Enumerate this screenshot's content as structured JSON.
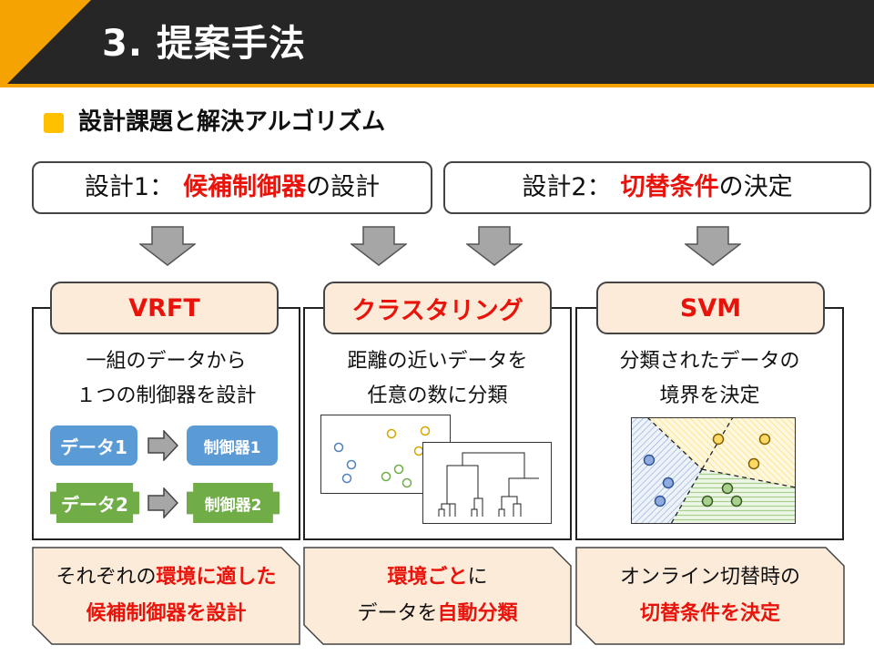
{
  "header": {
    "title": "3. 提案手法"
  },
  "section": {
    "title": "設計課題と解決アルゴリズム"
  },
  "design1": {
    "prefix": "設計1：",
    "highlight": "候補制御器",
    "suffix": "の設計"
  },
  "design2": {
    "prefix": "設計2：",
    "highlight": "切替条件",
    "suffix": "の決定"
  },
  "panels": [
    {
      "title": "VRFT",
      "line1": "一組のデータから",
      "line2": "１つの制御器を設計",
      "chips": {
        "data1": "データ1",
        "ctrl1": "制御器1",
        "data2": "データ2",
        "ctrl2": "制御器2"
      }
    },
    {
      "title": "クラスタリング",
      "line1": "距離の近いデータを",
      "line2": "任意の数に分類"
    },
    {
      "title": "SVM",
      "line1": "分類されたデータの",
      "line2": "境界を決定"
    }
  ],
  "outputs": [
    {
      "l1_plain": "それぞれの",
      "l1_red": "環境に適した",
      "l2_red": "候補制御器を設計"
    },
    {
      "l1_red": "環境ごと",
      "l1_plain": "に",
      "l2_plain": "データを",
      "l2_red": "自動分類"
    },
    {
      "l1_plain": "オンライン切替時の",
      "l2_red": "切替条件を決定"
    }
  ],
  "colors": {
    "accent": "#f5a300",
    "highlight": "#e8140c",
    "tab_bg": "#fdebd9",
    "cluster_blue": "#5b9bd5",
    "cluster_yellow": "#ffc000",
    "cluster_green": "#70ad47"
  }
}
